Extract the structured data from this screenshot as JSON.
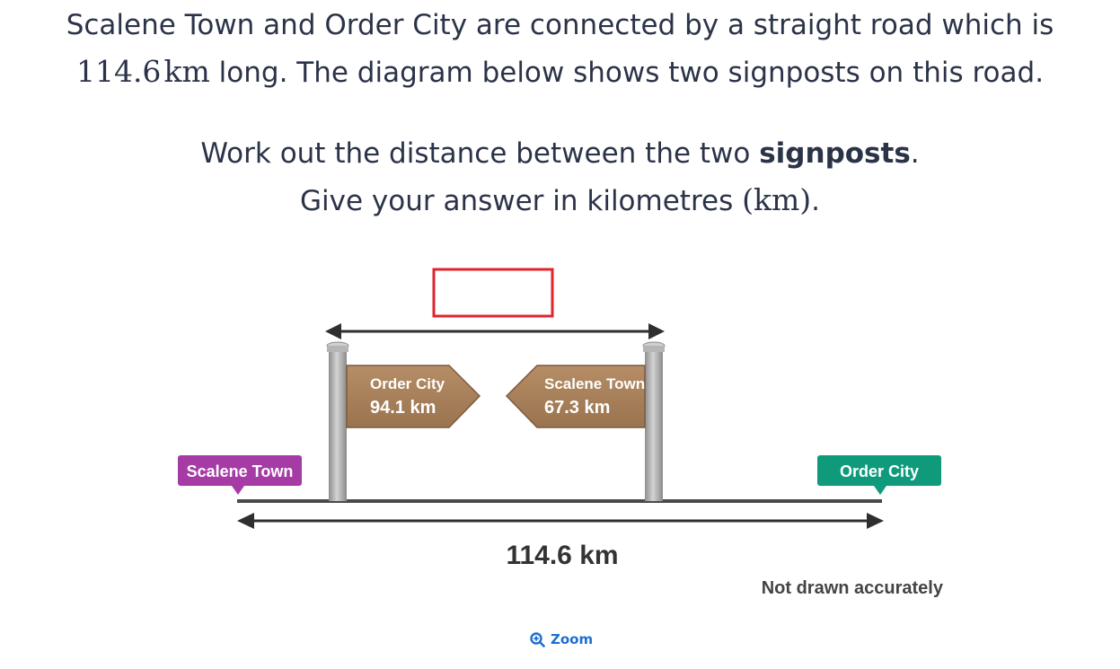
{
  "question": {
    "line1": "Scalene Town and Order City are connected by a straight road which is",
    "line2_value": "114.6",
    "line2_unit": "km",
    "line2_rest": " long. The diagram below shows two signposts on this road.",
    "instruction_pre": "Work out the distance between the two ",
    "instruction_bold": "signposts",
    "instruction_post": ".",
    "answer_pre": "Give your answer in kilometres ",
    "answer_unit": "(km)",
    "answer_post": "."
  },
  "diagram": {
    "left_sign": {
      "place": "Order City",
      "distance": "94.1 km"
    },
    "right_sign": {
      "place": "Scalene Town",
      "distance": "67.3 km"
    },
    "left_town": "Scalene Town",
    "right_town": "Order City",
    "total_distance": "114.6 km",
    "note": "Not drawn accurately",
    "colors": {
      "scalene_tag": "#a63ba6",
      "order_tag": "#0f9a7c",
      "answer_box": "#e0242c",
      "sign_wood": "#a8835f",
      "arrow": "#2f2f2f"
    }
  },
  "zoom": {
    "label": "Zoom",
    "icon": "magnifier-plus-icon"
  }
}
